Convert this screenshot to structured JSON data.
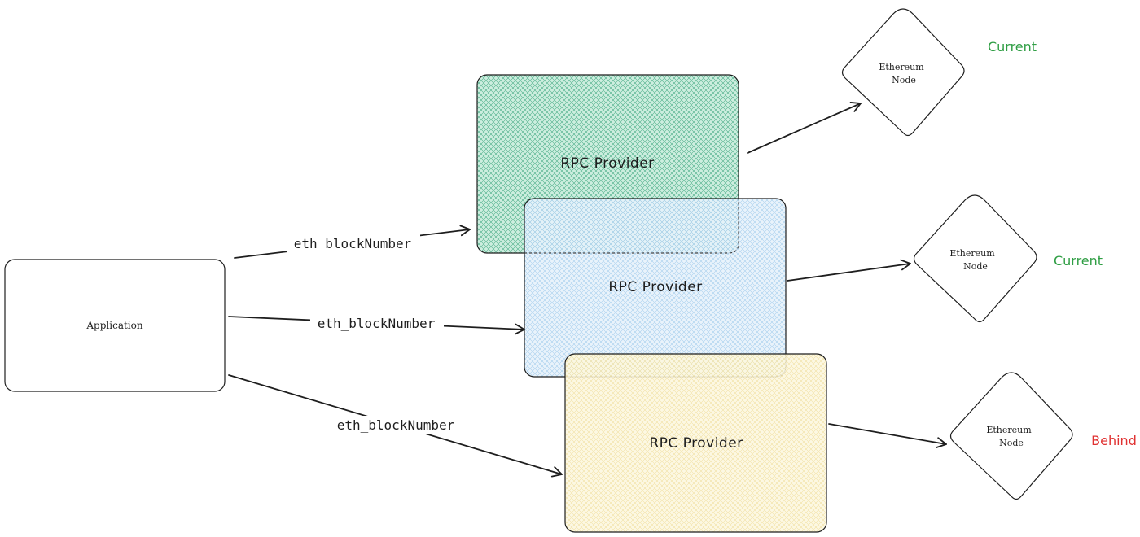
{
  "application": {
    "label": "Application"
  },
  "providers": [
    {
      "label": "RPC Provider",
      "fill": "#c3ecd9",
      "hatch": "#2f9e74"
    },
    {
      "label": "RPC Provider",
      "fill": "#dceefa",
      "hatch": "#7fb6e3"
    },
    {
      "label": "RPC Provider",
      "fill": "#fbf3cf",
      "hatch": "#e8d27a"
    }
  ],
  "requests": [
    {
      "label": "eth_blockNumber"
    },
    {
      "label": "eth_blockNumber"
    },
    {
      "label": "eth_blockNumber"
    }
  ],
  "nodes": [
    {
      "line1": "Ethereum",
      "line2": "Node",
      "status": "Current",
      "status_color": "#2f9e44"
    },
    {
      "line1": "Ethereum",
      "line2": "Node",
      "status": "Current",
      "status_color": "#2f9e44"
    },
    {
      "line1": "Ethereum",
      "line2": "Node",
      "status": "Behind",
      "status_color": "#e03131"
    }
  ],
  "colors": {
    "stroke": "#1e1e1e"
  }
}
